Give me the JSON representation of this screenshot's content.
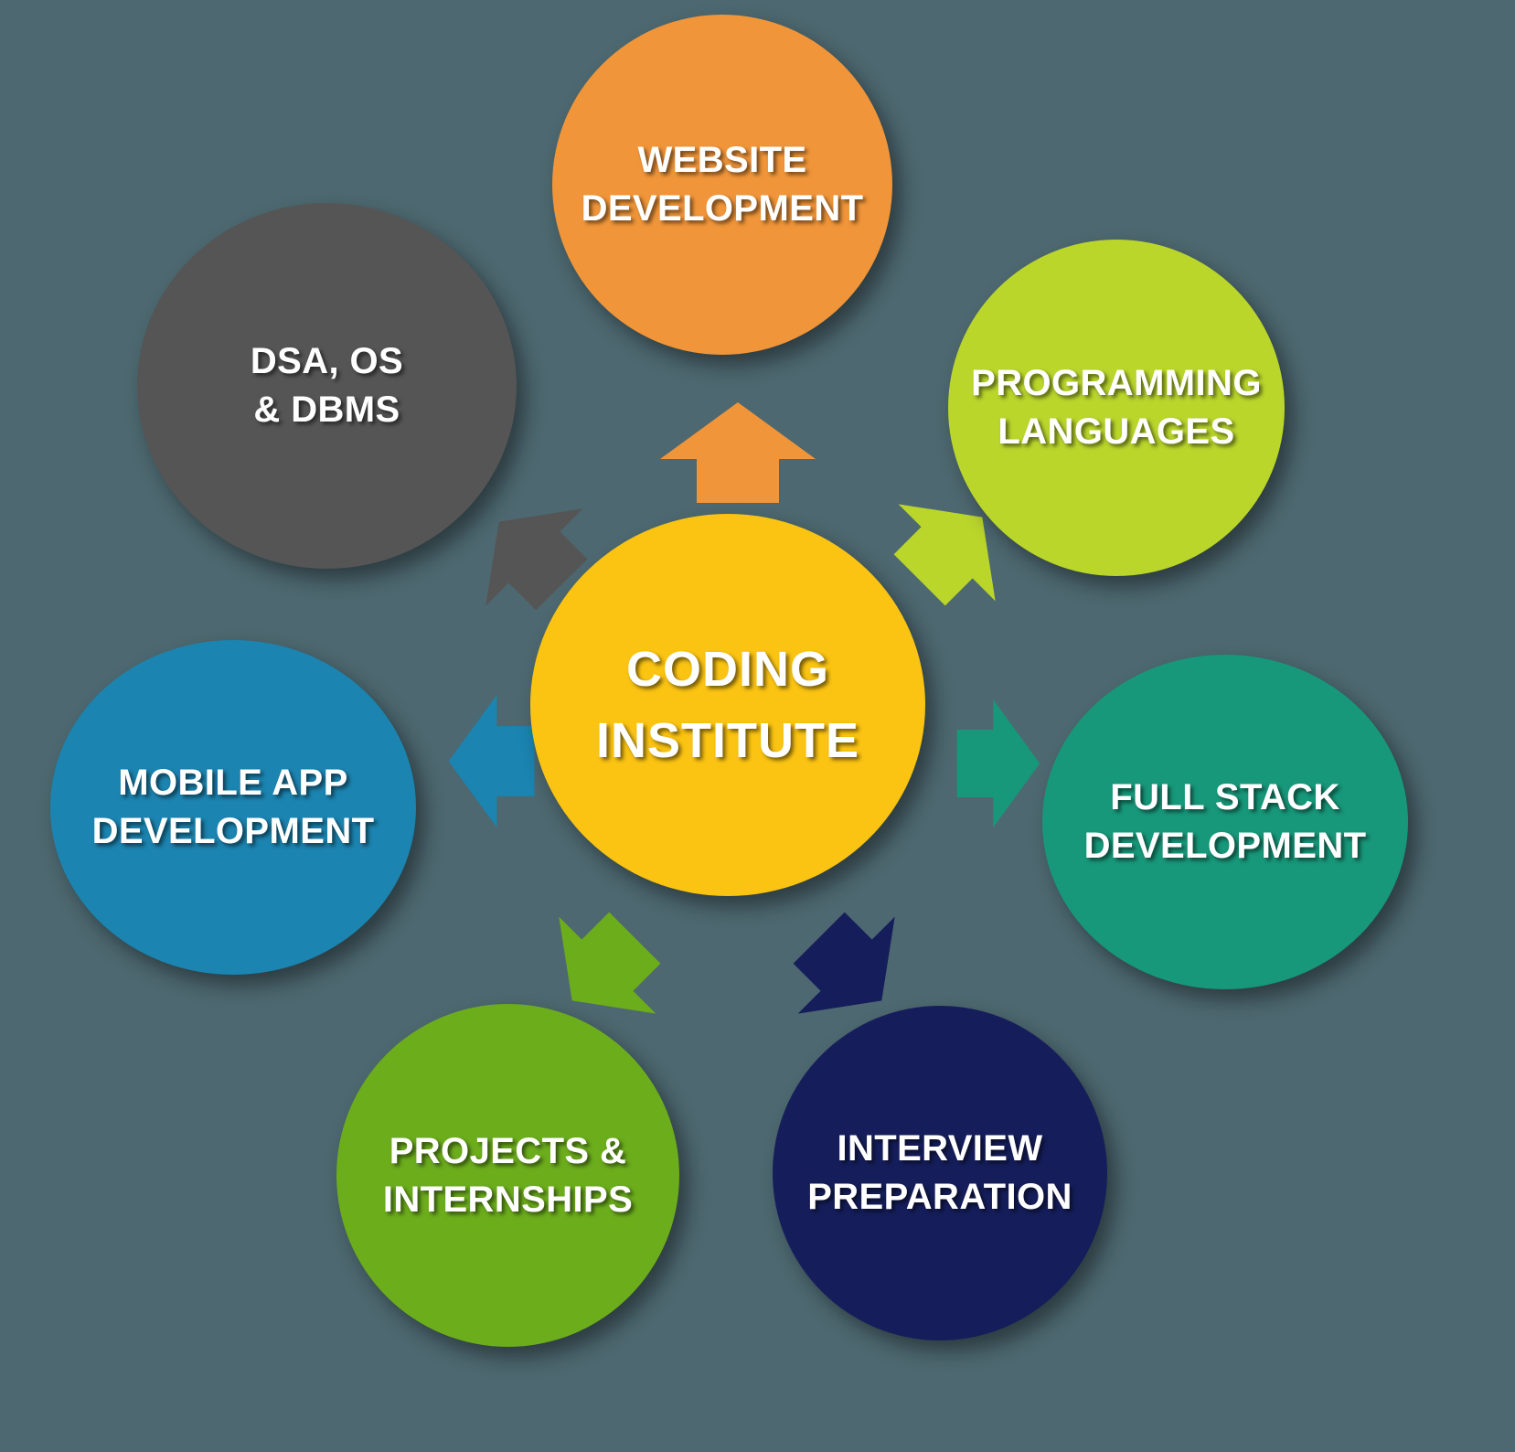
{
  "diagram": {
    "title": "CODING INSTITUTE",
    "background_color": "#4d6870",
    "center": {
      "label": "CODING\nINSTITUTE",
      "color": "#fbc412",
      "text_color": "#ffffff"
    },
    "nodes": [
      {
        "id": "website-development",
        "label": "WEBSITE\nDEVELOPMENT",
        "color": "#f09539",
        "position": "top",
        "arrow_direction": "up"
      },
      {
        "id": "programming-languages",
        "label": "PROGRAMMING\nLANGUAGES",
        "color": "#bad62b",
        "position": "top-right",
        "arrow_direction": "up-right"
      },
      {
        "id": "full-stack-development",
        "label": "FULL STACK\nDEVELOPMENT",
        "color": "#17987a",
        "position": "right",
        "arrow_direction": "right"
      },
      {
        "id": "interview-preparation",
        "label": "INTERVIEW\nPREPARATION",
        "color": "#151e5b",
        "position": "bottom-right",
        "arrow_direction": "down-right"
      },
      {
        "id": "projects-internships",
        "label": "PROJECTS &\nINTERNSHIPS",
        "color": "#6cad1c",
        "position": "bottom-left",
        "arrow_direction": "down-left"
      },
      {
        "id": "mobile-app-development",
        "label": "MOBILE APP\nDEVELOPMENT",
        "color": "#1b84b0",
        "position": "left",
        "arrow_direction": "left"
      },
      {
        "id": "dsa-os-dbms",
        "label": "DSA, OS\n& DBMS",
        "color": "#555555",
        "position": "top-left",
        "arrow_direction": "up-left"
      }
    ]
  },
  "chart_data": {
    "type": "diagram",
    "title": "CODING INSTITUTE",
    "layout": "radial hub-and-spoke with 7 satellite circles and 7 arrows radiating from the central hub",
    "hub": "CODING INSTITUTE",
    "spokes": [
      "WEBSITE DEVELOPMENT",
      "PROGRAMMING LANGUAGES",
      "FULL STACK DEVELOPMENT",
      "INTERVIEW PREPARATION",
      "PROJECTS & INTERNSHIPS",
      "MOBILE APP DEVELOPMENT",
      "DSA, OS & DBMS"
    ],
    "colors": {
      "hub": "#fbc412",
      "website_development": "#f09539",
      "programming_languages": "#bad62b",
      "full_stack_development": "#17987a",
      "interview_preparation": "#151e5b",
      "projects_internships": "#6cad1c",
      "mobile_app_development": "#1b84b0",
      "dsa_os_dbms": "#555555",
      "background": "#4d6870"
    }
  }
}
